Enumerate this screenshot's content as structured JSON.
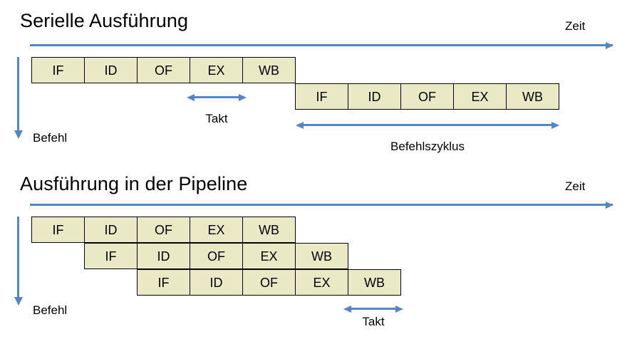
{
  "colors": {
    "cell_fill": "#E9E9C6",
    "cell_border": "#000000",
    "accent_blue": "#5585C2",
    "text": "#000000",
    "background": "#FFFFFF"
  },
  "sections": [
    {
      "id": "serial",
      "title": "Serielle Ausführung",
      "time_axis_label": "Zeit",
      "instruction_axis_label": "Befehl",
      "stages": [
        "IF",
        "ID",
        "OF",
        "EX",
        "WB"
      ],
      "rows": [
        {
          "label": "instruction-1",
          "stages": [
            "IF",
            "ID",
            "OF",
            "EX",
            "WB"
          ]
        },
        {
          "label": "instruction-2",
          "stages": [
            "IF",
            "ID",
            "OF",
            "EX",
            "WB"
          ]
        }
      ],
      "measures": [
        {
          "name": "clock",
          "label": "Takt"
        },
        {
          "name": "instruction-cycle",
          "label": "Befehlszyklus"
        }
      ]
    },
    {
      "id": "pipeline",
      "title": "Ausführung in der Pipeline",
      "time_axis_label": "Zeit",
      "instruction_axis_label": "Befehl",
      "stages": [
        "IF",
        "ID",
        "OF",
        "EX",
        "WB"
      ],
      "rows": [
        {
          "label": "instruction-1",
          "stages": [
            "IF",
            "ID",
            "OF",
            "EX",
            "WB"
          ]
        },
        {
          "label": "instruction-2",
          "stages": [
            "IF",
            "ID",
            "OF",
            "EX",
            "WB"
          ]
        },
        {
          "label": "instruction-3",
          "stages": [
            "IF",
            "ID",
            "OF",
            "EX",
            "WB"
          ]
        }
      ],
      "measures": [
        {
          "name": "clock",
          "label": "Takt"
        }
      ]
    }
  ]
}
